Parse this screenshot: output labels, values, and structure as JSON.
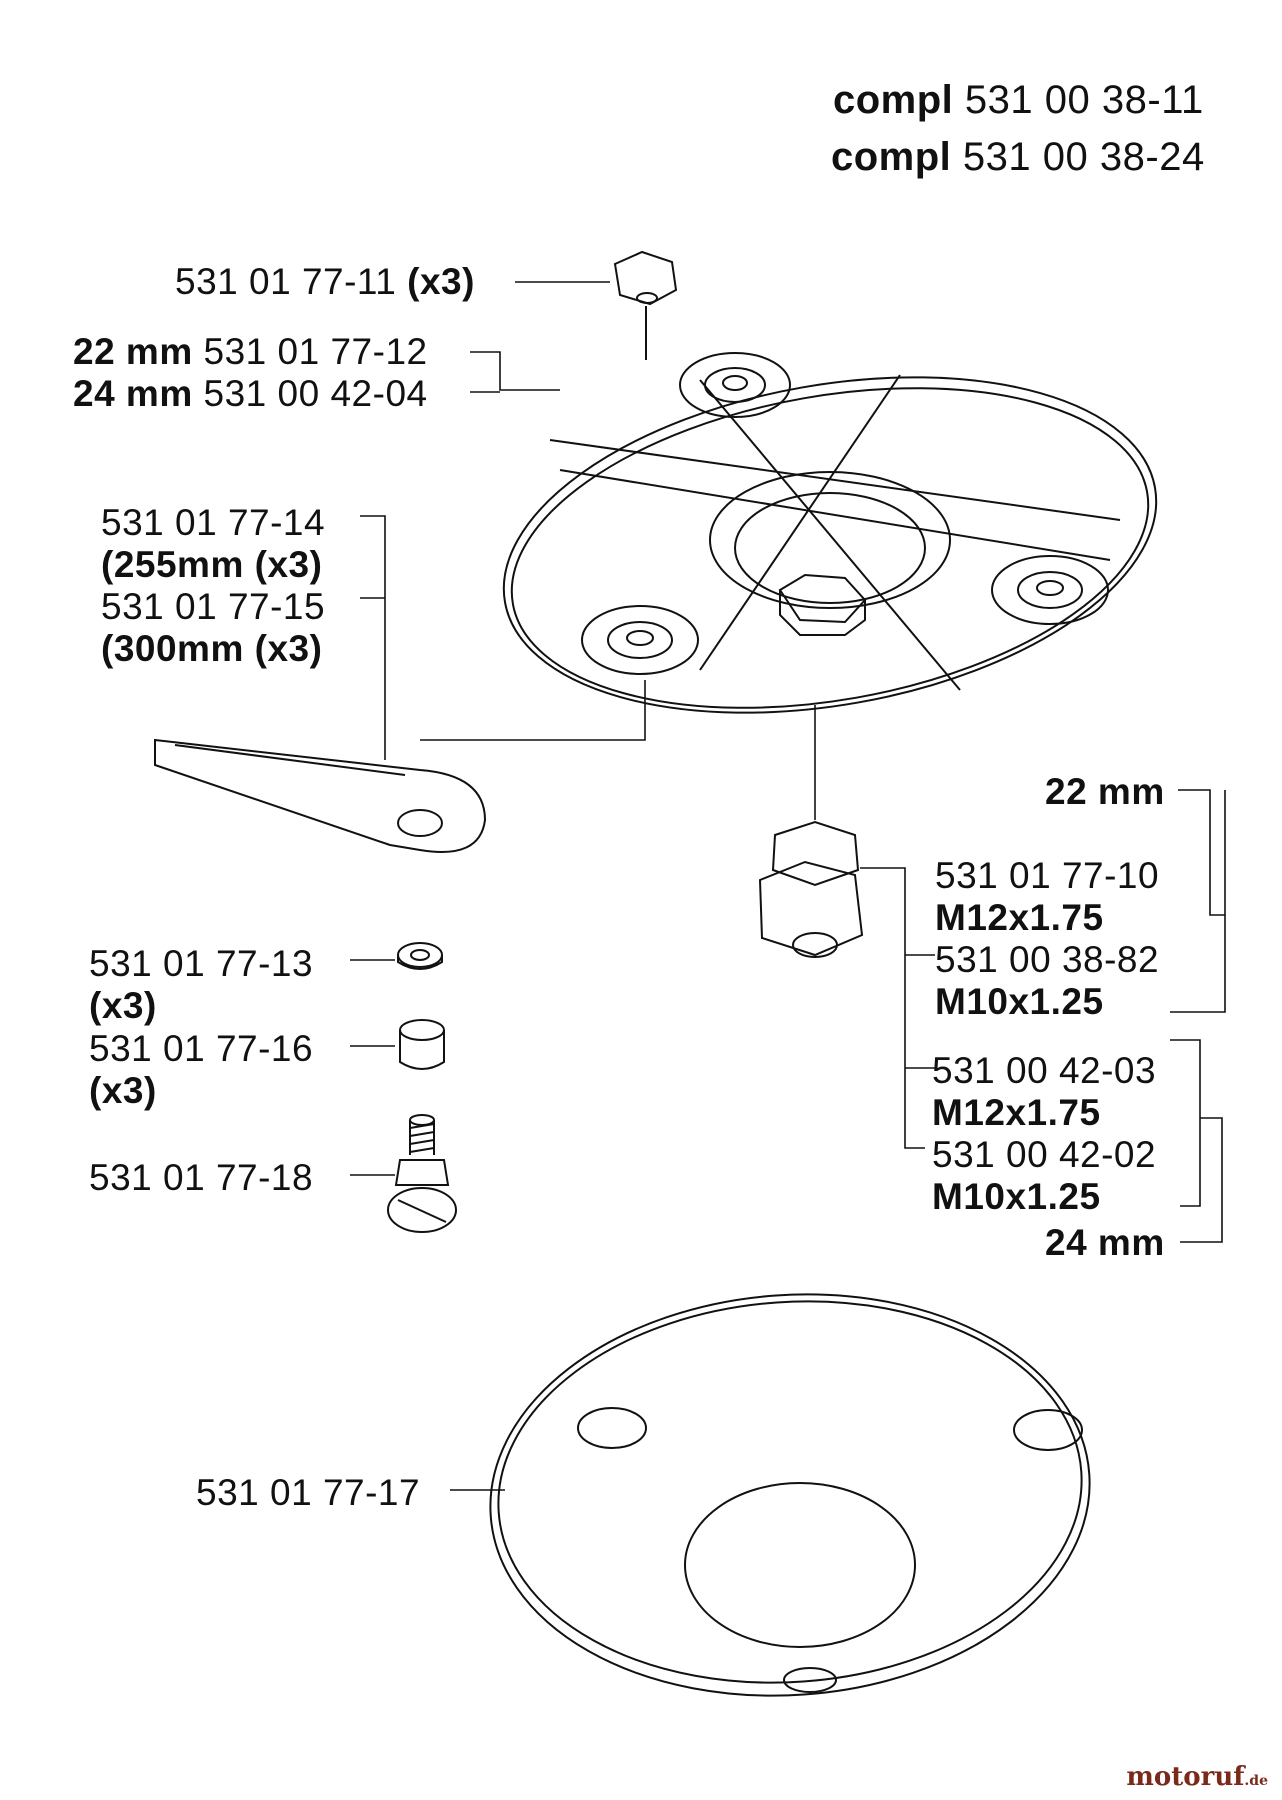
{
  "header": {
    "line1": {
      "prefix": "compl",
      "code": "531 00 38-11"
    },
    "line2": {
      "prefix": "compl",
      "code": "531 00 38-24"
    }
  },
  "parts": {
    "nut_top": {
      "code": "531 01 77-11",
      "qty": "(x3)"
    },
    "disc_22": {
      "size": "22 mm",
      "code": "531 01 77-12"
    },
    "disc_24": {
      "size": "24 mm",
      "code": "531 00 42-04"
    },
    "blade_255": {
      "code": "531 01 77-14",
      "note": "(255mm (x3)"
    },
    "blade_300": {
      "code": "531 01 77-15",
      "note": "(300mm (x3)"
    },
    "washer": {
      "code": "531 01 77-13",
      "qty": "(x3)"
    },
    "sleeve": {
      "code": "531 01 77-16",
      "qty": "(x3)"
    },
    "screw": {
      "code": "531 01 77-18"
    },
    "cover": {
      "code": "531 01 77-17"
    }
  },
  "nuts": {
    "group22": {
      "size": "22 mm",
      "a": {
        "code": "531 01 77-10",
        "thread": "M12x1.75"
      },
      "b": {
        "code": "531 00 38-82",
        "thread": "M10x1.25"
      }
    },
    "group24": {
      "size": "24 mm",
      "a": {
        "code": "531 00 42-03",
        "thread": "M12x1.75"
      },
      "b": {
        "code": "531 00 42-02",
        "thread": "M10x1.25"
      }
    }
  },
  "watermark": {
    "brand": "motoruf",
    "tld": ".de"
  }
}
